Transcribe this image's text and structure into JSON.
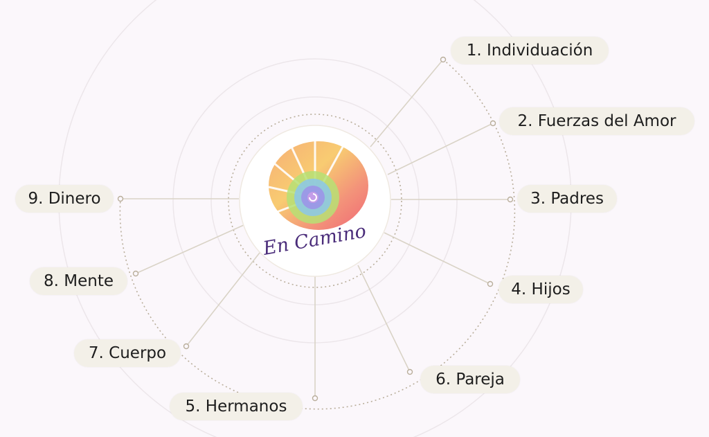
{
  "logo": {
    "wordmark": "En Camino",
    "colors": [
      "#f28a6e",
      "#f6a76a",
      "#f7c765",
      "#e9e06a",
      "#b6e074",
      "#8fd8a7",
      "#8ec8e3",
      "#9b9ae6",
      "#c49de8",
      "#e7a0d8"
    ],
    "text_color": "#4a2c7a"
  },
  "nodes": [
    {
      "label": "1. Individuación"
    },
    {
      "label": "2. Fuerzas del Amor"
    },
    {
      "label": "3. Padres"
    },
    {
      "label": "4. Hijos"
    },
    {
      "label": "5. Hermanos"
    },
    {
      "label": "6. Pareja"
    },
    {
      "label": "7. Cuerpo"
    },
    {
      "label": "8. Mente"
    },
    {
      "label": "9. Dinero"
    }
  ],
  "colors": {
    "background": "#fbf7fb",
    "pill": "#f3f0e8",
    "line": "#d9d3c6",
    "dotted": "#b9ae9b"
  }
}
